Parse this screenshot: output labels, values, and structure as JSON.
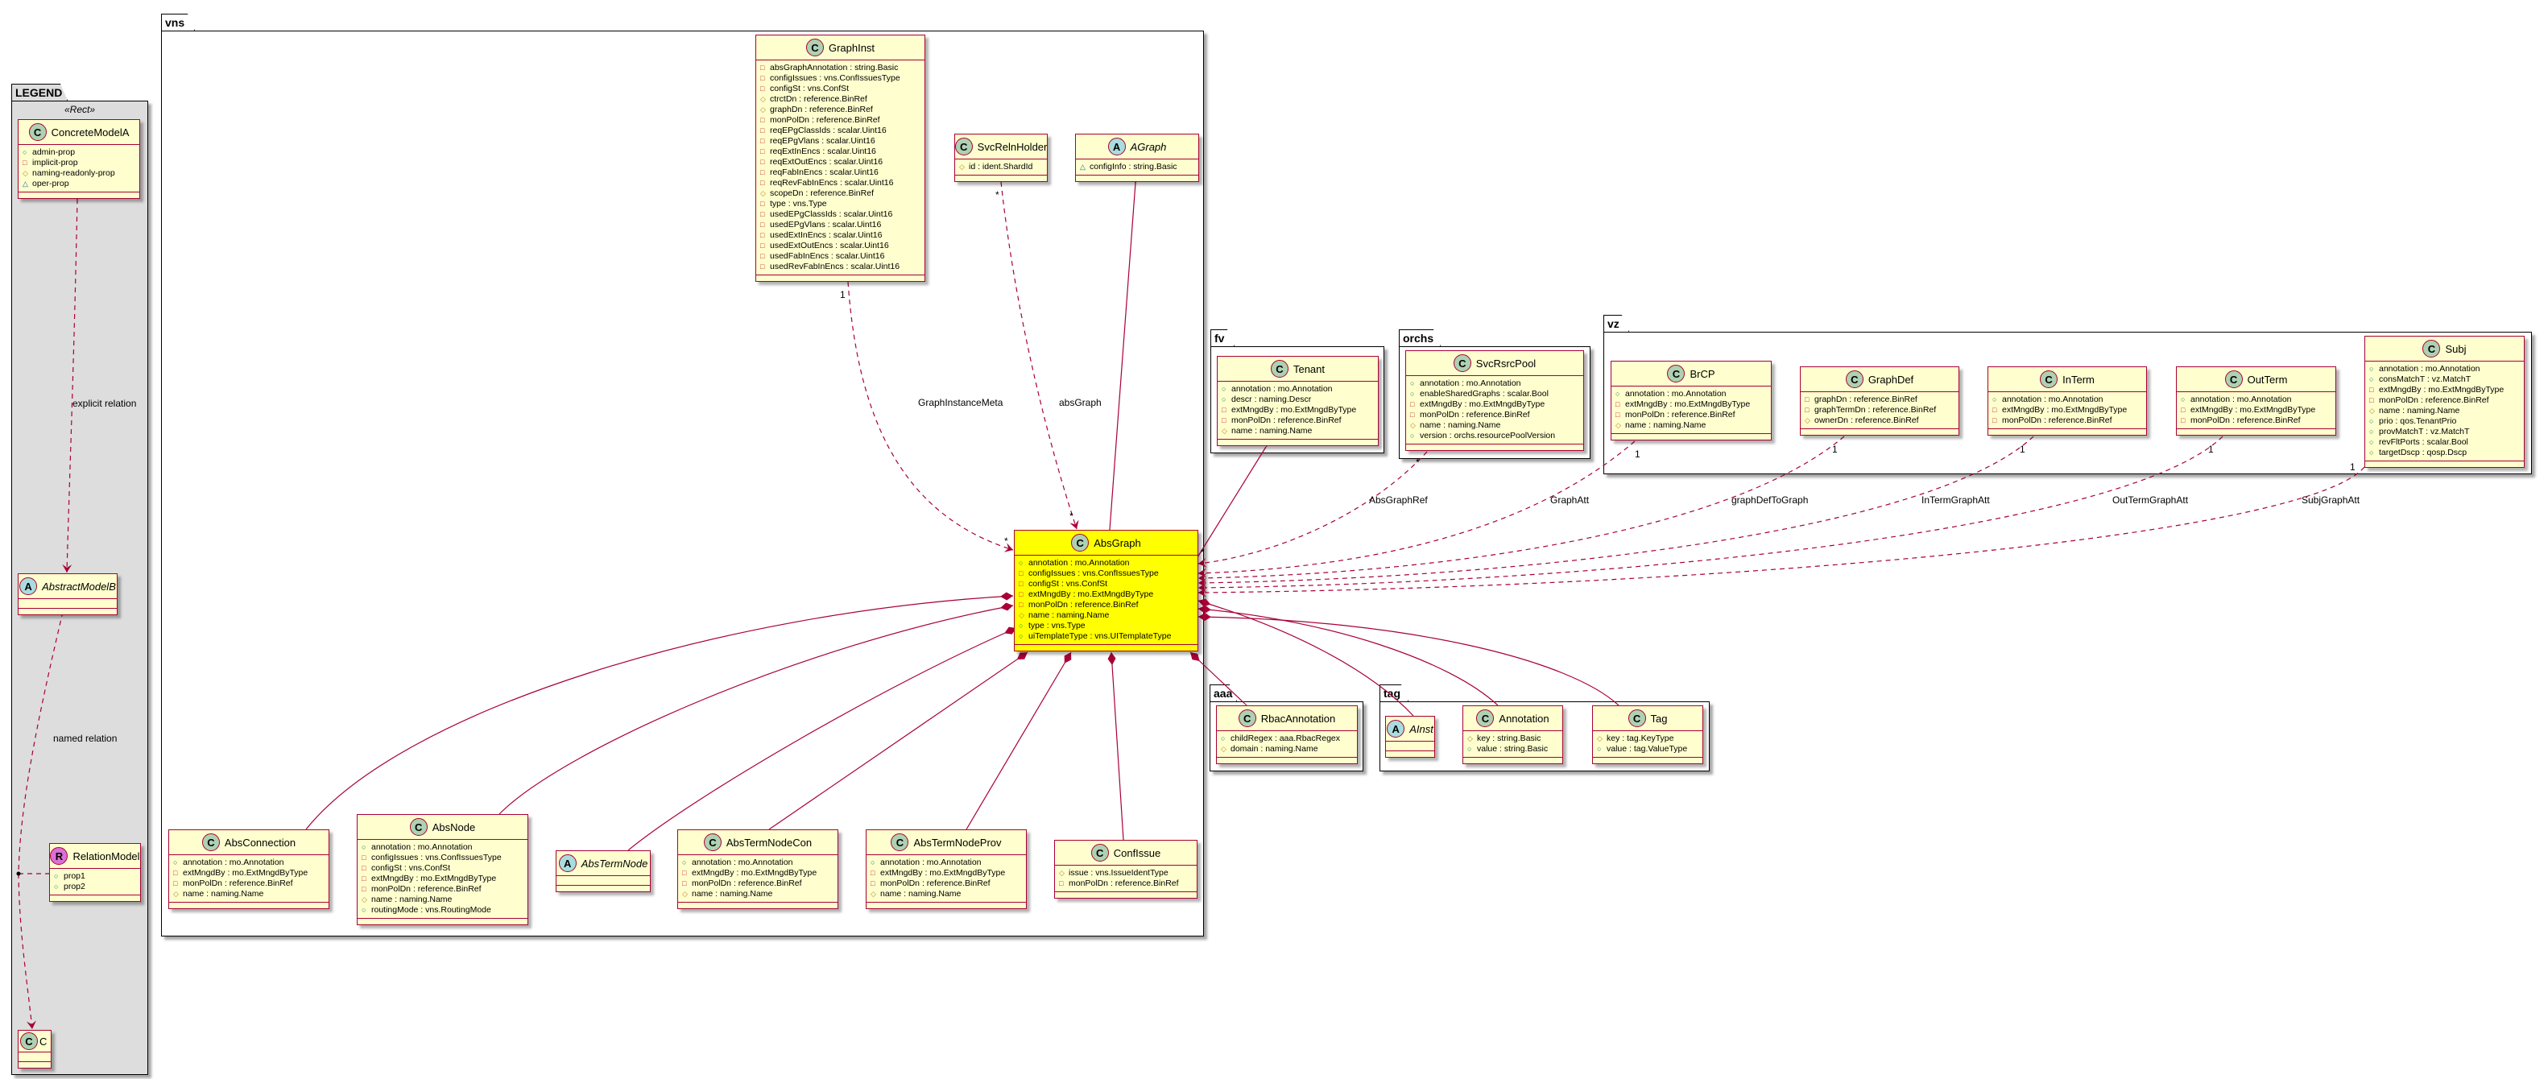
{
  "legend": {
    "package": "LEGEND",
    "stereotype": "«Rect»",
    "relations": {
      "explicit": "explicit relation",
      "named": "named relation"
    }
  },
  "packages": {
    "vns": "vns",
    "fv": "fv",
    "orchs": "orchs",
    "vz": "vz",
    "aaa": "aaa",
    "tag": "tag"
  },
  "visibility_symbols": {
    "public": "○",
    "private": "□",
    "protected": "◇",
    "package": "△"
  },
  "kind_letters": {
    "class": "C",
    "abstract": "A",
    "relation": "R"
  },
  "colors": {
    "border": "#A80036",
    "class_fill": "#FEFECE",
    "highlight_fill": "#FFFF00",
    "legend_fill": "#DDDDDD"
  },
  "classes": {
    "ConcreteModelA": {
      "name": "ConcreteModelA",
      "kind": "class",
      "attrs": [
        {
          "v": "public",
          "t": "admin-prop"
        },
        {
          "v": "private",
          "t": "implicit-prop"
        },
        {
          "v": "protected",
          "t": "naming-readonly-prop"
        },
        {
          "v": "package",
          "t": "oper-prop"
        }
      ]
    },
    "AbstractModelB": {
      "name": "AbstractModelB",
      "kind": "abstract",
      "attrs": []
    },
    "RelationModel": {
      "name": "RelationModel",
      "kind": "relation",
      "attrs": [
        {
          "v": "public",
          "t": "prop1"
        },
        {
          "v": "public",
          "t": "prop2"
        }
      ]
    },
    "C": {
      "name": "C",
      "kind": "class",
      "attrs": []
    },
    "GraphInst": {
      "name": "GraphInst",
      "kind": "class",
      "attrs": [
        {
          "v": "private",
          "t": "absGraphAnnotation : string.Basic"
        },
        {
          "v": "private",
          "t": "configIssues : vns.ConfIssuesType"
        },
        {
          "v": "private",
          "t": "configSt : vns.ConfSt"
        },
        {
          "v": "protected",
          "t": "ctrctDn : reference.BinRef"
        },
        {
          "v": "protected",
          "t": "graphDn : reference.BinRef"
        },
        {
          "v": "private",
          "t": "monPolDn : reference.BinRef"
        },
        {
          "v": "private",
          "t": "reqEPgClassIds : scalar.Uint16"
        },
        {
          "v": "private",
          "t": "reqEPgVlans : scalar.Uint16"
        },
        {
          "v": "private",
          "t": "reqExtInEncs : scalar.Uint16"
        },
        {
          "v": "private",
          "t": "reqExtOutEncs : scalar.Uint16"
        },
        {
          "v": "private",
          "t": "reqFabInEncs : scalar.Uint16"
        },
        {
          "v": "private",
          "t": "reqRevFabInEncs : scalar.Uint16"
        },
        {
          "v": "protected",
          "t": "scopeDn : reference.BinRef"
        },
        {
          "v": "private",
          "t": "type : vns.Type"
        },
        {
          "v": "private",
          "t": "usedEPgClassIds : scalar.Uint16"
        },
        {
          "v": "private",
          "t": "usedEPgVlans : scalar.Uint16"
        },
        {
          "v": "private",
          "t": "usedExtInEncs : scalar.Uint16"
        },
        {
          "v": "private",
          "t": "usedExtOutEncs : scalar.Uint16"
        },
        {
          "v": "private",
          "t": "usedFabInEncs : scalar.Uint16"
        },
        {
          "v": "private",
          "t": "usedRevFabInEncs : scalar.Uint16"
        }
      ]
    },
    "SvcRelnHolder": {
      "name": "SvcRelnHolder",
      "kind": "class",
      "attrs": [
        {
          "v": "protected",
          "t": "id : ident.ShardId"
        }
      ]
    },
    "AGraph": {
      "name": "AGraph",
      "kind": "abstract",
      "attrs": [
        {
          "v": "package",
          "t": "configInfo : string.Basic"
        }
      ]
    },
    "AbsGraph": {
      "name": "AbsGraph",
      "kind": "class",
      "attrs": [
        {
          "v": "public",
          "t": "annotation : mo.Annotation"
        },
        {
          "v": "private",
          "t": "configIssues : vns.ConfIssuesType"
        },
        {
          "v": "private",
          "t": "configSt : vns.ConfSt"
        },
        {
          "v": "private",
          "t": "extMngdBy : mo.ExtMngdByType"
        },
        {
          "v": "private",
          "t": "monPolDn : reference.BinRef"
        },
        {
          "v": "protected",
          "t": "name : naming.Name"
        },
        {
          "v": "public",
          "t": "type : vns.Type"
        },
        {
          "v": "public",
          "t": "uiTemplateType : vns.UITemplateType"
        }
      ]
    },
    "AbsConnection": {
      "name": "AbsConnection",
      "kind": "class",
      "attrs": [
        {
          "v": "public",
          "t": "annotation : mo.Annotation"
        },
        {
          "v": "private",
          "t": "extMngdBy : mo.ExtMngdByType"
        },
        {
          "v": "private",
          "t": "monPolDn : reference.BinRef"
        },
        {
          "v": "protected",
          "t": "name : naming.Name"
        }
      ]
    },
    "AbsNode": {
      "name": "AbsNode",
      "kind": "class",
      "attrs": [
        {
          "v": "public",
          "t": "annotation : mo.Annotation"
        },
        {
          "v": "private",
          "t": "configIssues : vns.ConfIssuesType"
        },
        {
          "v": "private",
          "t": "configSt : vns.ConfSt"
        },
        {
          "v": "private",
          "t": "extMngdBy : mo.ExtMngdByType"
        },
        {
          "v": "private",
          "t": "monPolDn : reference.BinRef"
        },
        {
          "v": "protected",
          "t": "name : naming.Name"
        },
        {
          "v": "public",
          "t": "routingMode : vns.RoutingMode"
        }
      ]
    },
    "AbsTermNode": {
      "name": "AbsTermNode",
      "kind": "abstract",
      "attrs": []
    },
    "AbsTermNodeCon": {
      "name": "AbsTermNodeCon",
      "kind": "class",
      "attrs": [
        {
          "v": "public",
          "t": "annotation : mo.Annotation"
        },
        {
          "v": "private",
          "t": "extMngdBy : mo.ExtMngdByType"
        },
        {
          "v": "private",
          "t": "monPolDn : reference.BinRef"
        },
        {
          "v": "protected",
          "t": "name : naming.Name"
        }
      ]
    },
    "AbsTermNodeProv": {
      "name": "AbsTermNodeProv",
      "kind": "class",
      "attrs": [
        {
          "v": "public",
          "t": "annotation : mo.Annotation"
        },
        {
          "v": "private",
          "t": "extMngdBy : mo.ExtMngdByType"
        },
        {
          "v": "private",
          "t": "monPolDn : reference.BinRef"
        },
        {
          "v": "protected",
          "t": "name : naming.Name"
        }
      ]
    },
    "ConfIssue": {
      "name": "ConfIssue",
      "kind": "class",
      "attrs": [
        {
          "v": "protected",
          "t": "issue : vns.IssueIdentType"
        },
        {
          "v": "private",
          "t": "monPolDn : reference.BinRef"
        }
      ]
    },
    "Tenant": {
      "name": "Tenant",
      "kind": "class",
      "attrs": [
        {
          "v": "public",
          "t": "annotation : mo.Annotation"
        },
        {
          "v": "public",
          "t": "descr : naming.Descr"
        },
        {
          "v": "private",
          "t": "extMngdBy : mo.ExtMngdByType"
        },
        {
          "v": "private",
          "t": "monPolDn : reference.BinRef"
        },
        {
          "v": "protected",
          "t": "name : naming.Name"
        }
      ]
    },
    "SvcRsrcPool": {
      "name": "SvcRsrcPool",
      "kind": "class",
      "attrs": [
        {
          "v": "public",
          "t": "annotation : mo.Annotation"
        },
        {
          "v": "public",
          "t": "enableSharedGraphs : scalar.Bool"
        },
        {
          "v": "private",
          "t": "extMngdBy : mo.ExtMngdByType"
        },
        {
          "v": "private",
          "t": "monPolDn : reference.BinRef"
        },
        {
          "v": "protected",
          "t": "name : naming.Name"
        },
        {
          "v": "public",
          "t": "version : orchs.resourcePoolVersion"
        }
      ]
    },
    "BrCP": {
      "name": "BrCP",
      "kind": "class",
      "attrs": [
        {
          "v": "public",
          "t": "annotation : mo.Annotation"
        },
        {
          "v": "private",
          "t": "extMngdBy : mo.ExtMngdByType"
        },
        {
          "v": "private",
          "t": "monPolDn : reference.BinRef"
        },
        {
          "v": "protected",
          "t": "name : naming.Name"
        }
      ]
    },
    "GraphDef": {
      "name": "GraphDef",
      "kind": "class",
      "attrs": [
        {
          "v": "private",
          "t": "graphDn : reference.BinRef"
        },
        {
          "v": "private",
          "t": "graphTermDn : reference.BinRef"
        },
        {
          "v": "protected",
          "t": "ownerDn : reference.BinRef"
        }
      ]
    },
    "InTerm": {
      "name": "InTerm",
      "kind": "class",
      "attrs": [
        {
          "v": "public",
          "t": "annotation : mo.Annotation"
        },
        {
          "v": "private",
          "t": "extMngdBy : mo.ExtMngdByType"
        },
        {
          "v": "private",
          "t": "monPolDn : reference.BinRef"
        }
      ]
    },
    "OutTerm": {
      "name": "OutTerm",
      "kind": "class",
      "attrs": [
        {
          "v": "public",
          "t": "annotation : mo.Annotation"
        },
        {
          "v": "private",
          "t": "extMngdBy : mo.ExtMngdByType"
        },
        {
          "v": "private",
          "t": "monPolDn : reference.BinRef"
        }
      ]
    },
    "Subj": {
      "name": "Subj",
      "kind": "class",
      "attrs": [
        {
          "v": "public",
          "t": "annotation : mo.Annotation"
        },
        {
          "v": "public",
          "t": "consMatchT : vz.MatchT"
        },
        {
          "v": "private",
          "t": "extMngdBy : mo.ExtMngdByType"
        },
        {
          "v": "private",
          "t": "monPolDn : reference.BinRef"
        },
        {
          "v": "protected",
          "t": "name : naming.Name"
        },
        {
          "v": "public",
          "t": "prio : qos.TenantPrio"
        },
        {
          "v": "public",
          "t": "provMatchT : vz.MatchT"
        },
        {
          "v": "public",
          "t": "revFltPorts : scalar.Bool"
        },
        {
          "v": "public",
          "t": "targetDscp : qosp.Dscp"
        }
      ]
    },
    "RbacAnnotation": {
      "name": "RbacAnnotation",
      "kind": "class",
      "attrs": [
        {
          "v": "public",
          "t": "childRegex : aaa.RbacRegex"
        },
        {
          "v": "protected",
          "t": "domain : naming.Name"
        }
      ]
    },
    "AInst": {
      "name": "AInst",
      "kind": "abstract",
      "attrs": []
    },
    "Annotation": {
      "name": "Annotation",
      "kind": "class",
      "attrs": [
        {
          "v": "protected",
          "t": "key : string.Basic"
        },
        {
          "v": "public",
          "t": "value : string.Basic"
        }
      ]
    },
    "Tag": {
      "name": "Tag",
      "kind": "class",
      "attrs": [
        {
          "v": "protected",
          "t": "key : tag.KeyType"
        },
        {
          "v": "public",
          "t": "value : tag.ValueType"
        }
      ]
    }
  },
  "relations": {
    "graph_instance_meta": "GraphInstanceMeta",
    "abs_graph": "absGraph",
    "abs_graph_ref": "AbsGraphRef",
    "graph_att": "GraphAtt",
    "graph_def_to_graph": "graphDefToGraph",
    "in_term_graph_att": "InTermGraphAtt",
    "out_term_graph_att": "OutTermGraphAtt",
    "subj_graph_att": "SubjGraphAtt"
  },
  "multiplicity": {
    "one": "1",
    "many": "*"
  }
}
